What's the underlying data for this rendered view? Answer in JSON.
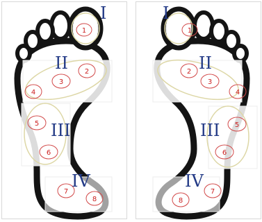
{
  "colors": {
    "outline": "#141414",
    "foot_fill": "#ffffff",
    "region_box": "#ececec",
    "ring_yellow": "#ddd7a6",
    "ellipse_red": "#d24a4a",
    "roman_numeral": "#233a86",
    "number_label": "#cc1f1f"
  },
  "feet": {
    "left": {
      "regions": [
        {
          "numeral": "I",
          "points": [
            {
              "label": "1"
            }
          ]
        },
        {
          "numeral": "II",
          "points": [
            {
              "label": "2"
            },
            {
              "label": "3"
            },
            {
              "label": "4"
            }
          ]
        },
        {
          "numeral": "III",
          "points": [
            {
              "label": "5"
            },
            {
              "label": "6"
            }
          ]
        },
        {
          "numeral": "IV",
          "points": [
            {
              "label": "7"
            },
            {
              "label": "8"
            }
          ]
        }
      ]
    },
    "right": {
      "regions": [
        {
          "numeral": "I",
          "points": [
            {
              "label": "1"
            }
          ]
        },
        {
          "numeral": "II",
          "points": [
            {
              "label": "2"
            },
            {
              "label": "3"
            },
            {
              "label": "4"
            }
          ]
        },
        {
          "numeral": "III",
          "points": [
            {
              "label": "5"
            },
            {
              "label": "6"
            }
          ]
        },
        {
          "numeral": "IV",
          "points": [
            {
              "label": "7"
            },
            {
              "label": "8"
            }
          ]
        }
      ]
    }
  }
}
